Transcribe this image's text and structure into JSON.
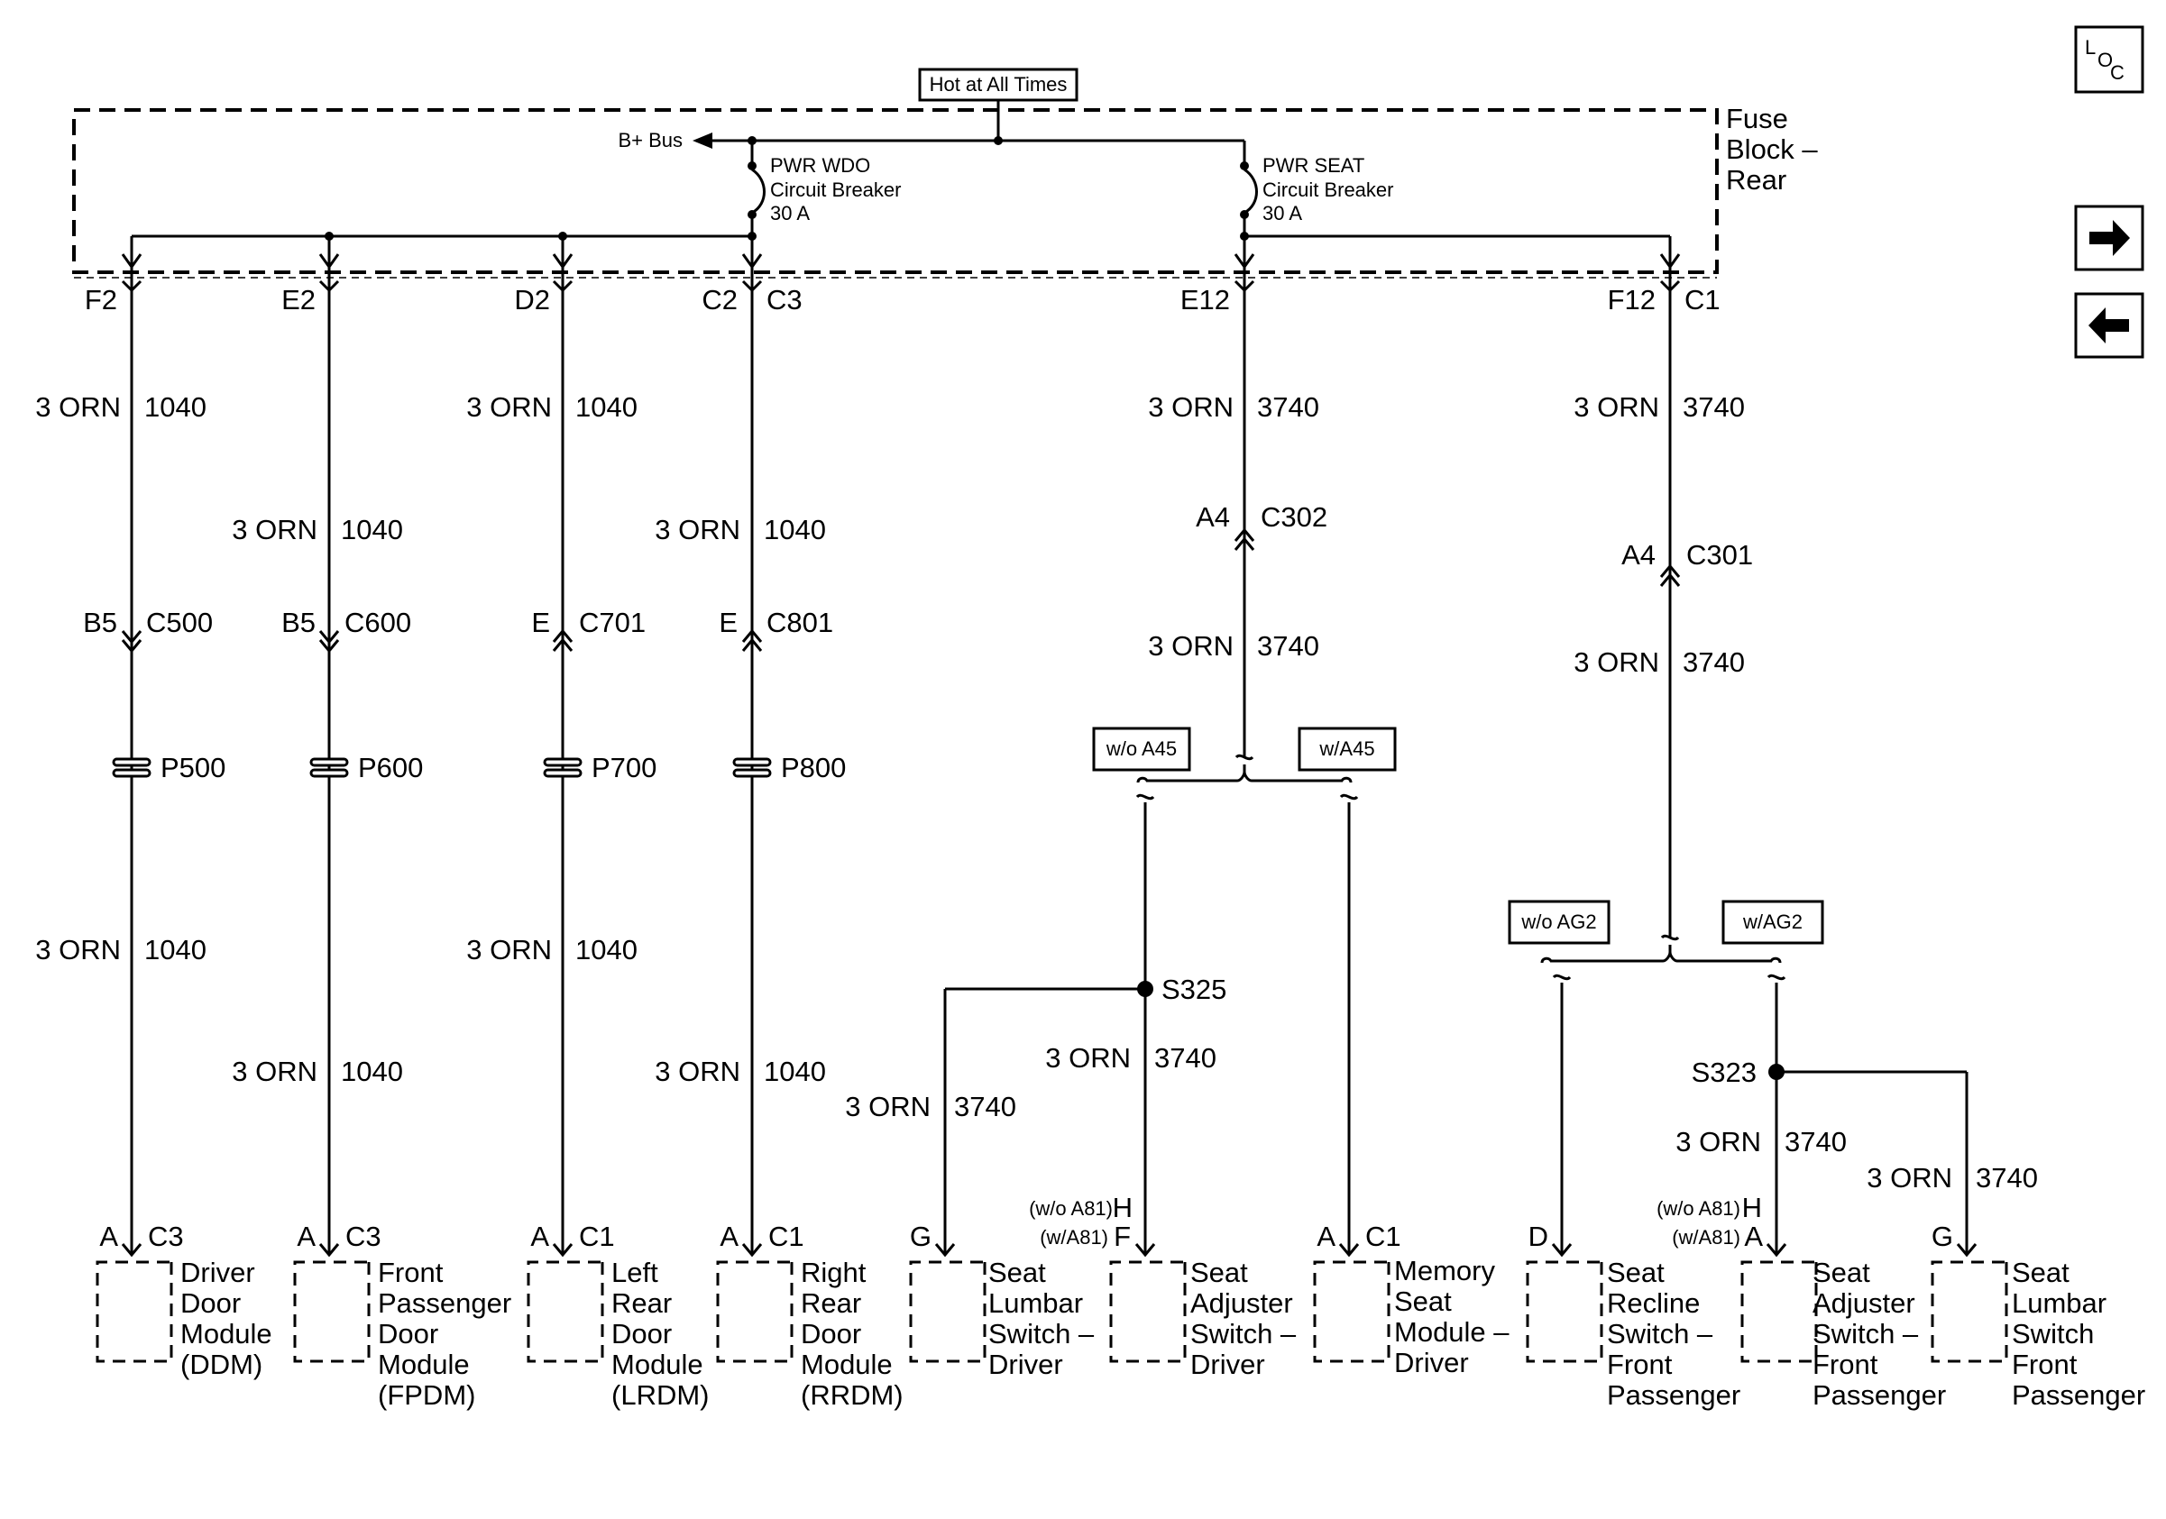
{
  "power": {
    "hot_label": "Hot at All Times",
    "bplus_label": "B+ Bus",
    "fuse_block_label": [
      "Fuse",
      "Block –",
      "Rear"
    ],
    "breaker_wdo": [
      "PWR WDO",
      "Circuit Breaker",
      "30 A"
    ],
    "breaker_seat": [
      "PWR SEAT",
      "Circuit Breaker",
      "30 A"
    ]
  },
  "fuse_terminals": {
    "f2": "F2",
    "e2": "E2",
    "d2": "D2",
    "c2": "C2",
    "c3": "C3",
    "e12": "E12",
    "f12": "F12",
    "c1": "C1"
  },
  "wire": {
    "color": "3 ORN",
    "ckt_window": "1040",
    "ckt_seat": "3740"
  },
  "connectors": {
    "c500_pin": "B5",
    "c500": "C500",
    "c600_pin": "B5",
    "c600": "C600",
    "c701_pin": "E",
    "c701": "C701",
    "c801_pin": "E",
    "c801": "C801",
    "c302_pin": "A4",
    "c302": "C302",
    "c301_pin": "A4",
    "c301": "C301"
  },
  "passthroughs": {
    "p500": "P500",
    "p600": "P600",
    "p700": "P700",
    "p800": "P800"
  },
  "splices": {
    "s325": "S325",
    "s323": "S323"
  },
  "options": {
    "wo_a45": "w/o A45",
    "w_a45": "w/A45",
    "wo_ag2": "w/o AG2",
    "w_ag2": "w/AG2",
    "wo_a81": "(w/o A81)",
    "w_a81": "(w/A81)"
  },
  "modules": [
    {
      "pin": "A",
      "conn": "C3",
      "lines": [
        "Driver",
        "Door",
        "Module",
        "(DDM)"
      ]
    },
    {
      "pin": "A",
      "conn": "C3",
      "lines": [
        "Front",
        "Passenger",
        "Door",
        "Module",
        "(FPDM)"
      ]
    },
    {
      "pin": "A",
      "conn": "C1",
      "lines": [
        "Left",
        "Rear",
        "Door",
        "Module",
        "(LRDM)"
      ]
    },
    {
      "pin": "A",
      "conn": "C1",
      "lines": [
        "Right",
        "Rear",
        "Door",
        "Module",
        "(RRDM)"
      ]
    },
    {
      "pin": "G",
      "conn": "",
      "lines": [
        "Seat",
        "Lumbar",
        "Switch –",
        "Driver"
      ]
    },
    {
      "pin": "H",
      "pin2": "F",
      "conn": "",
      "lines": [
        "Seat",
        "Adjuster",
        "Switch –",
        "Driver"
      ]
    },
    {
      "pin": "A",
      "conn": "C1",
      "lines": [
        "Memory",
        "Seat",
        "Module –",
        "Driver"
      ]
    },
    {
      "pin": "D",
      "conn": "",
      "lines": [
        "Seat",
        "Recline",
        "Switch –",
        "Front",
        "Passenger"
      ]
    },
    {
      "pin": "H",
      "pin2": "A",
      "conn": "",
      "lines": [
        "Seat",
        "Adjuster",
        "Switch –",
        "Front",
        "Passenger"
      ]
    },
    {
      "pin": "G",
      "conn": "",
      "lines": [
        "Seat",
        "Lumbar",
        "Switch",
        "Front",
        "Passenger"
      ]
    }
  ],
  "nav": {
    "loc_label": [
      "L",
      "O",
      "C"
    ],
    "next_icon": "arrow-right-icon",
    "prev_icon": "arrow-left-icon"
  }
}
